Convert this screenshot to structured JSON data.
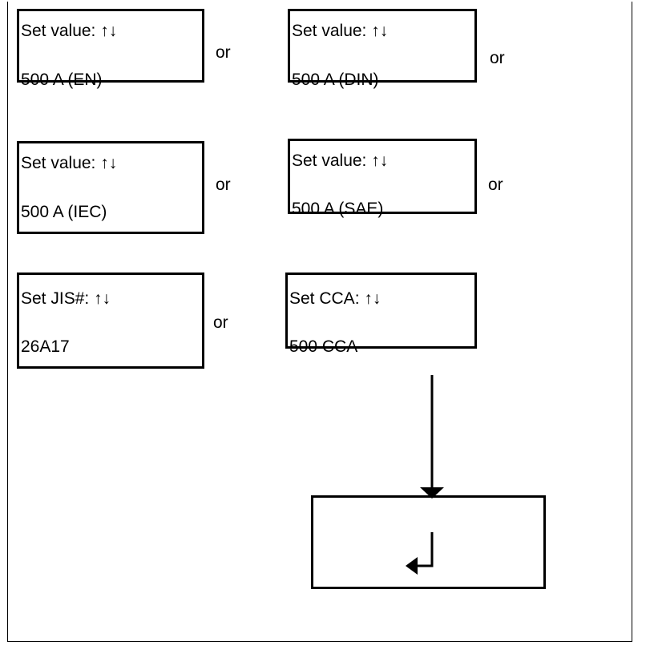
{
  "screens": [
    {
      "line1": "Set value: ↑↓",
      "line2": "500 A (EN)"
    },
    {
      "line1": "Set value: ↑↓",
      "line2": "500 A (DIN)"
    },
    {
      "line1": "Set value: ↑↓",
      "line2": "500 A (IEC)"
    },
    {
      "line1": "Set value: ↑↓",
      "line2": "500 A (SAE)"
    },
    {
      "line1": "Set JIS#: ↑↓",
      "line2": "26A17"
    },
    {
      "line1": "Set CCA: ↑↓",
      "line2": "500 CCA"
    }
  ],
  "or_labels": [
    "or",
    "or",
    "or",
    "or",
    "or"
  ],
  "enter_key": {
    "icon": "enter-icon"
  }
}
